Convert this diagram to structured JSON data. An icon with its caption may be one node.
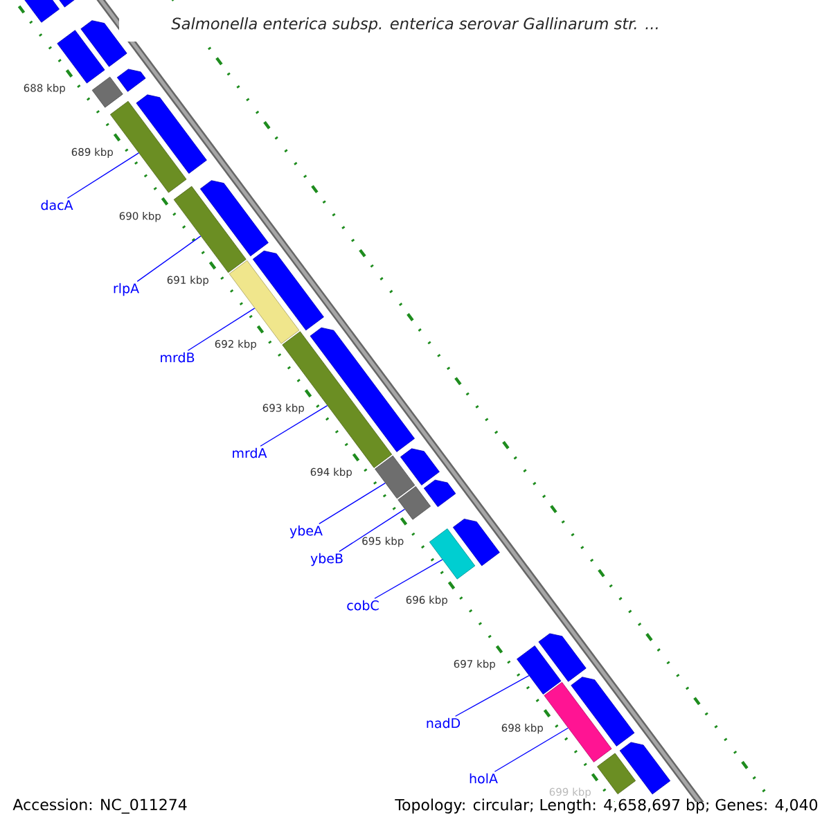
{
  "diagram": {
    "title": "Salmonella enterica subsp. enterica serovar Gallinarum str. ...",
    "nodes": [
      {
        "text": [
          "dacA"
        ]
      },
      {
        "text": [
          "rlpA"
        ]
      },
      {
        "text": [
          "mrdB"
        ]
      },
      {
        "text": [
          "mrdA"
        ]
      },
      {
        "text": [
          "ybeA"
        ]
      },
      {
        "text": [
          "ybeB"
        ]
      },
      {
        "text": [
          "cobC"
        ]
      },
      {
        "text": [
          "nadD"
        ]
      },
      {
        "text": [
          "holA"
        ]
      },
      {
        "text": [],
        "shape": "bar"
      },
      {
        "text": [],
        "shape": "bar"
      },
      {
        "text": [],
        "shape": "bar"
      },
      {
        "text": [],
        "shape": "bar"
      },
      {
        "text": [],
        "shape": "bar"
      },
      {
        "text": [],
        "shape": "bar"
      },
      {
        "text": [],
        "shape": "bar"
      },
      {
        "text": [],
        "shape": "bar"
      },
      {
        "text": [],
        "shape": "bar"
      },
      {
        "text": [],
        "shape": "bar"
      },
      {
        "text": [],
        "shape": "bar"
      },
      {
        "text": [],
        "shape": "bar"
      },
      {
        "text": [],
        "shape": "bar"
      },
      {
        "text": [],
        "shape": "arrow"
      },
      {
        "text": [],
        "shape": "arrow"
      },
      {
        "text": [],
        "shape": "arrow"
      },
      {
        "text": [],
        "shape": "arrow"
      },
      {
        "text": [],
        "shape": "arrow"
      },
      {
        "text": [],
        "shape": "arrow"
      },
      {
        "text": [],
        "shape": "arrow"
      },
      {
        "text": [],
        "shape": "arrow"
      },
      {
        "text": [],
        "shape": "arrow"
      },
      {
        "text": [],
        "shape": "arrow"
      },
      {
        "text": [],
        "shape": "arrow"
      },
      {
        "text": [],
        "shape": "arrow"
      },
      {
        "text": [],
        "shape": "arrow"
      }
    ],
    "edges": [
      {
        "from": 0,
        "to": 9,
        "arrow": "none"
      },
      {
        "from": 1,
        "to": 10,
        "arrow": "none"
      },
      {
        "from": 2,
        "to": 11,
        "arrow": "none"
      },
      {
        "from": 3,
        "to": 12,
        "arrow": "none"
      },
      {
        "from": 4,
        "to": 13,
        "arrow": "none"
      },
      {
        "from": 5,
        "to": 14,
        "arrow": "none"
      },
      {
        "from": 6,
        "to": 15,
        "arrow": "none"
      },
      {
        "from": 7,
        "to": 16,
        "arrow": "none"
      },
      {
        "from": 8,
        "to": 17,
        "arrow": "none"
      }
    ],
    "labels": [
      "688 kbp",
      "689 kbp",
      "690 kbp",
      "691 kbp",
      "692 kbp",
      "693 kbp",
      "694 kbp",
      "695 kbp",
      "696 kbp",
      "697 kbp",
      "698 kbp",
      "699 kbp",
      "Accession: NC_011274",
      "Topology: circular; Length: 4,658,697 bp; Genes: 4,040"
    ]
  }
}
